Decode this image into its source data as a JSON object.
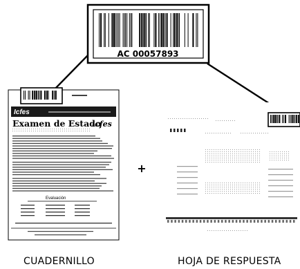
{
  "callout": {
    "barcode_number": "AC 00057893"
  },
  "booklet": {
    "header_brand": "Icfes",
    "title": "Examen de Estado",
    "title_logo": "icfes",
    "section_label": "Evaluación",
    "caption": "CUADERNILLO"
  },
  "answer_sheet": {
    "caption": "HOJA DE RESPUESTA"
  },
  "connector_symbol": "+",
  "colors": {
    "ink": "#000000",
    "paper": "#ffffff",
    "header_bar": "#1a1a1a"
  },
  "icons": [
    "barcode-icon",
    "plus-icon"
  ]
}
